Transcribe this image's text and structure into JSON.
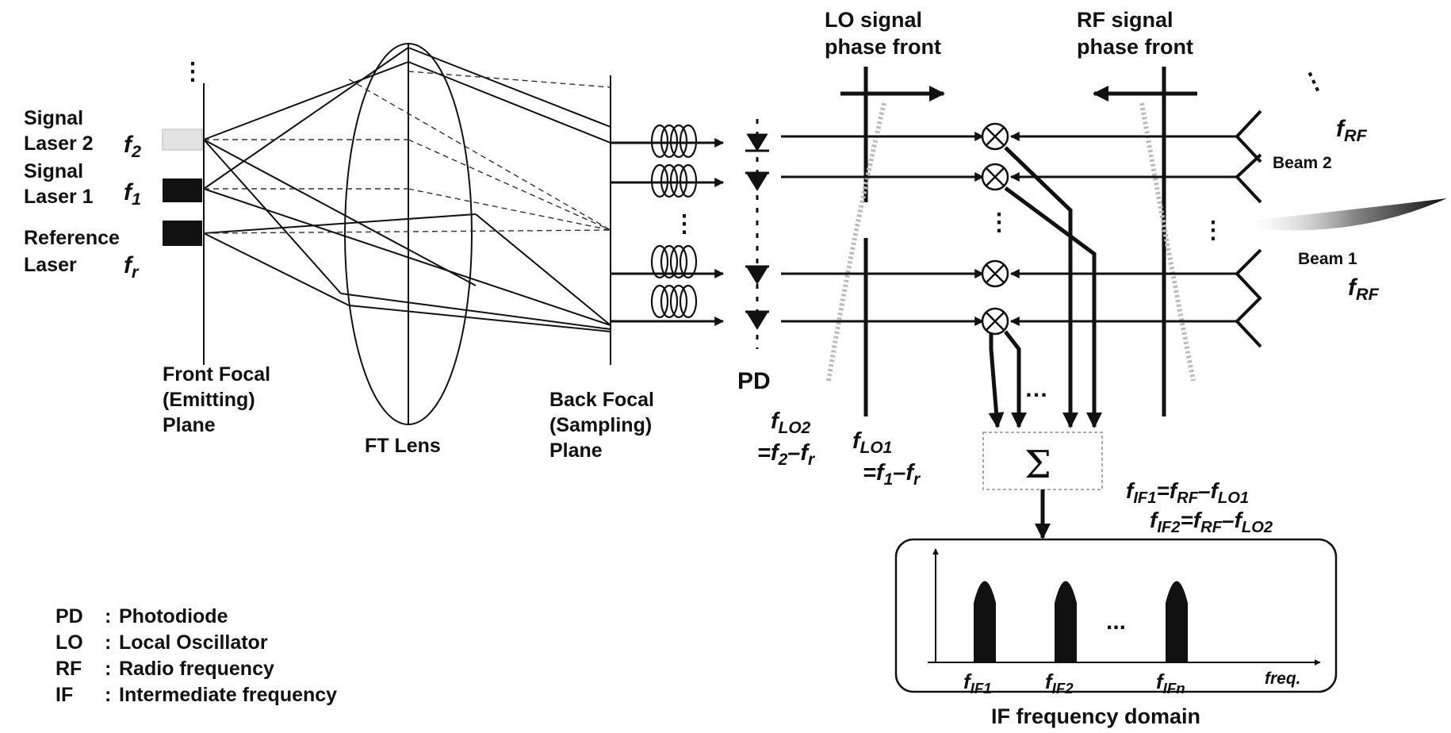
{
  "lasers": {
    "signal2": {
      "line1": "Signal",
      "line2": "Laser 2",
      "freq": "f",
      "freq_sub": "2"
    },
    "signal1": {
      "line1": "Signal",
      "line2": "Laser 1",
      "freq": "f",
      "freq_sub": "1"
    },
    "reference": {
      "line1": "Reference",
      "line2": "Laser",
      "freq": "f",
      "freq_sub": "r"
    }
  },
  "planes": {
    "front": {
      "line1": "Front Focal",
      "line2": "(Emitting)",
      "line3": "Plane"
    },
    "lens": "FT Lens",
    "back": {
      "line1": "Back Focal",
      "line2": "(Sampling)",
      "line3": "Plane"
    }
  },
  "pd_label": "PD",
  "lo_front": {
    "line1": "LO signal",
    "line2": "phase front"
  },
  "rf_front": {
    "line1": "RF signal",
    "line2": "phase front"
  },
  "lo2": {
    "f": "f",
    "sub": "LO2",
    "eq_a": "=f",
    "eq_a_sub": "2",
    "eq_b": "–f",
    "eq_b_sub": "r"
  },
  "lo1": {
    "f": "f",
    "sub": "LO1",
    "eq_a": "=f",
    "eq_a_sub": "1",
    "eq_b": "–f",
    "eq_b_sub": "r"
  },
  "rf": {
    "f": "f",
    "sub": "RF"
  },
  "beams": {
    "beam2": "Beam 2",
    "beam1": "Beam 1"
  },
  "sum_symbol": "Σ",
  "if_eq1": {
    "a": "f",
    "a_sub": "IF1",
    "b": "=f",
    "b_sub": "RF",
    "c": "–f",
    "c_sub": "LO1"
  },
  "if_eq2": {
    "a": "f",
    "a_sub": "IF2",
    "b": "=f",
    "b_sub": "RF",
    "c": "–f",
    "c_sub": "LO2"
  },
  "spectrum": {
    "peaks": [
      {
        "f": "f",
        "sub": "IF1"
      },
      {
        "f": "f",
        "sub": "IF2"
      },
      {
        "f": "f",
        "sub": "IFn"
      }
    ],
    "ellipsis": "...",
    "axis_label": "freq.",
    "caption": "IF frequency domain"
  },
  "legend": [
    {
      "abbr": "PD",
      "sep": ":",
      "desc": "Photodiode"
    },
    {
      "abbr": "LO",
      "sep": ":",
      "desc": "Local Oscillator"
    },
    {
      "abbr": "RF",
      "sep": ":",
      "desc": "Radio frequency"
    },
    {
      "abbr": "IF",
      "sep": ":",
      "desc": "Intermediate frequency"
    }
  ]
}
